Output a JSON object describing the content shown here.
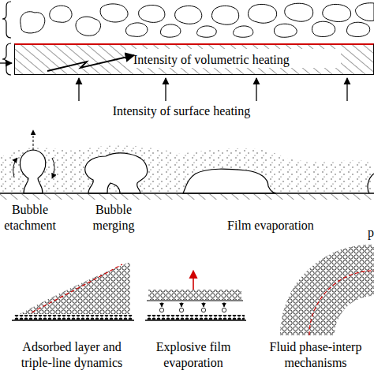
{
  "diagram": {
    "nodes": [
      {
        "text": [
          "Intensity of volumetric heating"
        ]
      }
    ],
    "labels": [
      "Intensity of surface heating",
      "Bubble etachment",
      "Bubble merging",
      "Film evaporation",
      "p",
      "Adsorbed layer and triple-line dynamics",
      "Explosive film evaporation",
      "Fluid phase-interp mechanisms"
    ]
  }
}
